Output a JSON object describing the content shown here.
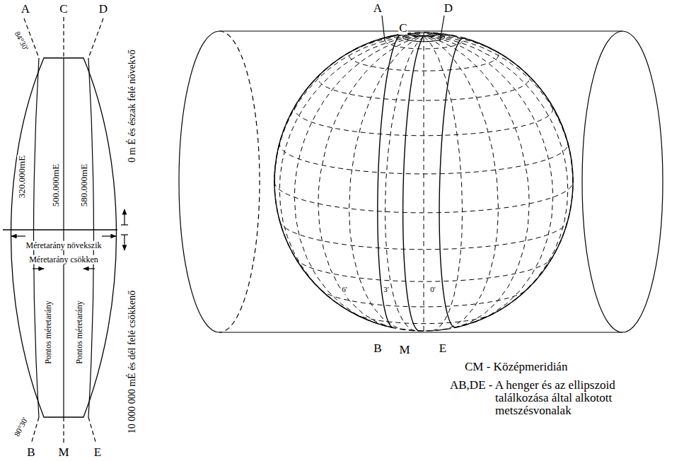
{
  "diagram": {
    "labels": [
      "A",
      "C",
      "D",
      "84°30'",
      "320.000mE",
      "500.000mE",
      "580.000mE",
      "0 m É és észak felé növekvő",
      "Méretarány növekszik",
      "Méretarány csökken",
      "Pontos méretarány",
      "Pontos méretarány",
      "80°30'",
      "10 000 000 mÉ és dél felé csökkenő",
      "B",
      "M",
      "E",
      "A",
      "D",
      "C",
      "6'",
      "3'",
      "0'",
      "B",
      "M",
      "E",
      "CM - Középmeridián",
      "AB,DE - A henger és az ellipszoid találkozása által alkotott metszésvonalak"
    ]
  }
}
